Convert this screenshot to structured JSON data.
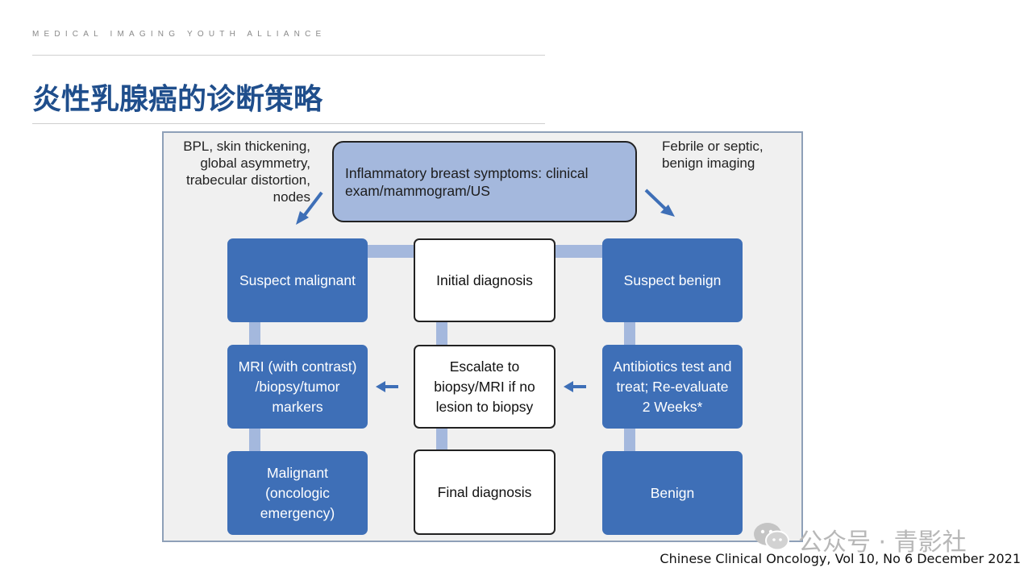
{
  "header": {
    "org": "MEDICAL IMAGING YOUTH ALLIANCE",
    "title": "炎性乳腺癌的诊断策略"
  },
  "diagram": {
    "note_left": [
      "BPL, skin thickening,",
      "global asymmetry,",
      "trabecular distortion,",
      "nodes"
    ],
    "note_right": [
      "Febrile or septic,",
      "benign imaging"
    ],
    "top_box": [
      "Inflammatory breast symptoms: clinical",
      "exam/mammogram/US"
    ],
    "left_col": [
      [
        "Suspect malignant"
      ],
      [
        "MRI (with contrast)",
        "/biopsy/tumor",
        "markers"
      ],
      [
        "Malignant",
        "(oncologic",
        "emergency)"
      ]
    ],
    "center_col": [
      [
        "Initial diagnosis"
      ],
      [
        "Escalate to",
        "biopsy/MRI if no",
        "lesion to biopsy"
      ],
      [
        "Final diagnosis"
      ]
    ],
    "right_col": [
      [
        "Suspect benign"
      ],
      [
        "Antibiotics test and",
        "treat; Re-evaluate",
        "2 Weeks*"
      ],
      [
        "Benign"
      ]
    ]
  },
  "source": "Chinese Clinical Oncology, Vol 10, No 6 December 2021",
  "watermark": "公众号 · 青影社",
  "colors": {
    "title": "#1f4e8c",
    "box_blue": "#3e6fb7",
    "box_light": "#a4b8dd",
    "arrow": "#3e6fb7"
  },
  "icons": [
    "wechat-icon"
  ]
}
